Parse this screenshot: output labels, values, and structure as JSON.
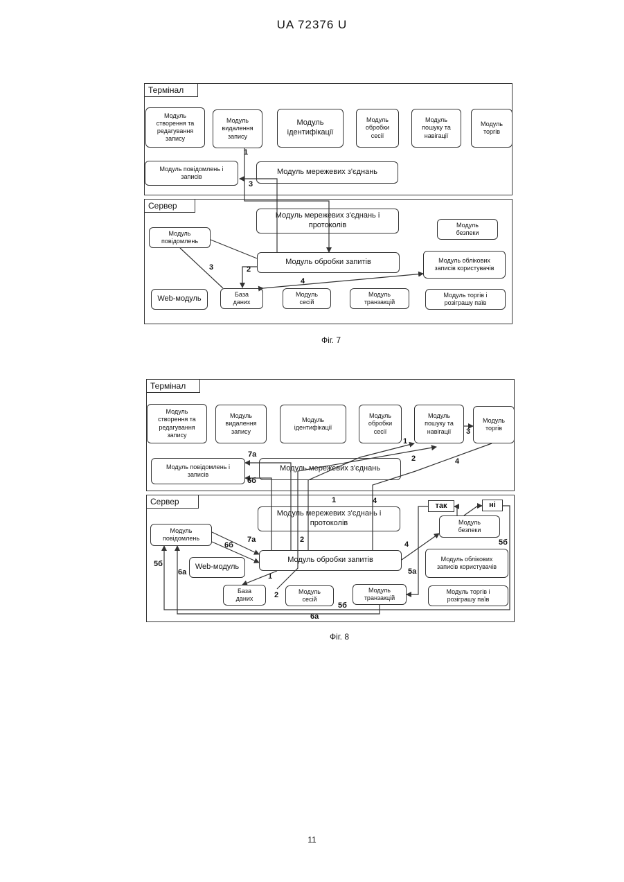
{
  "header": "UA   72376   U",
  "page_number": "11",
  "fig7": {
    "caption": "Фіг. 7",
    "terminal": {
      "label": "Термінал",
      "modules": [
        "Модуль\nстворення та\nредагування\nзапису",
        "Модуль\nвидалення\nзапису",
        "Модуль\nідентифікації",
        "Модуль\nобробки\nсесії",
        "Модуль\nпошуку та\nнавігації",
        "Модуль\nторгів"
      ],
      "messages": "Модуль повідомлень і\nзаписів",
      "network": "Модуль мережевих з'єднань"
    },
    "server": {
      "label": "Сервер",
      "network": "Модуль мережевих з'єднань і\nпротоколів",
      "security": "Модуль\nбезпеки",
      "messages": "Модуль\nповідомлень",
      "processing": "Модуль обробки запитів",
      "accounts": "Модуль облікових\nзаписів користувачів",
      "web": "Web-модуль",
      "database": "База\nданих",
      "sessions": "Модуль\nсесій",
      "transactions": "Модуль\nтранзакцій",
      "trades": "Модуль торгів і\nрозіграшу паїв"
    },
    "arrow_labels": [
      "1",
      "2",
      "3",
      "3",
      "4"
    ]
  },
  "fig8": {
    "caption": "Фіг. 8",
    "terminal": {
      "label": "Термінал",
      "modules": [
        "Модуль\nстворення та\nредагування\nзапису",
        "Модуль\nвидалення\nзапису",
        "Модуль\nідентифікації",
        "Модуль\nобробки\nсесії",
        "Модуль\nпошуку та\nнавігації",
        "Модуль\nторгів"
      ],
      "messages": "Модуль повідомлень і\nзаписів",
      "network": "Модуль мережевих з'єднань"
    },
    "server": {
      "label": "Сервер",
      "network": "Модуль мережевих з'єднань і\nпротоколів",
      "yes": "так",
      "no": "ні",
      "security": "Модуль\nбезпеки",
      "messages": "Модуль\nповідомлень",
      "processing": "Модуль обробки запитів",
      "accounts": "Модуль облікових\nзаписів користувачів",
      "web": "Web-модуль",
      "database": "База\nданих",
      "sessions": "Модуль\nсесій",
      "transactions": "Модуль\nтранзакцій",
      "trades": "Модуль торгів і\nрозіграшу паїв"
    },
    "arrow_labels": [
      "1",
      "2",
      "3",
      "4",
      "7а",
      "6б",
      "1",
      "4",
      "7а",
      "6б",
      "2",
      "4",
      "5б",
      "6а",
      "1",
      "2",
      "5а",
      "5б",
      "5б",
      "6а"
    ]
  }
}
